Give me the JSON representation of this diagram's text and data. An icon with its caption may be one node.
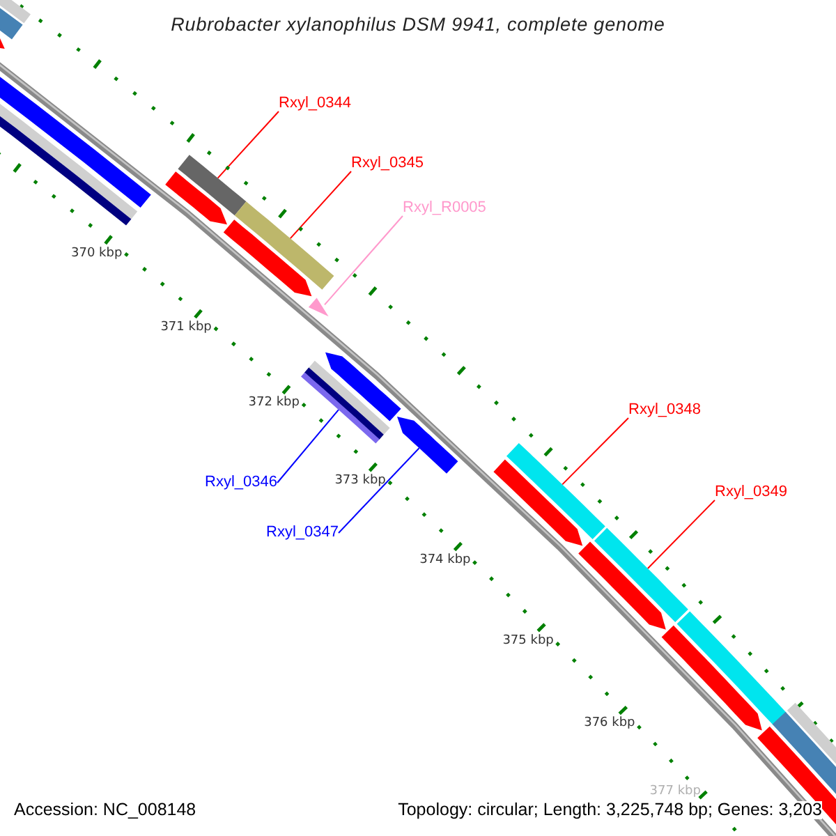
{
  "diagram": {
    "title": "Rubrobacter xylanophilus DSM 9941, complete genome",
    "nodes": [
      {
        "text": [
          "Rxyl_0344"
        ]
      },
      {
        "text": [],
        "shape": "bar"
      },
      {
        "text": [
          "Rxyl_0345"
        ]
      },
      {
        "text": [],
        "shape": "bar"
      },
      {
        "text": [
          "Rxyl_R0005"
        ]
      },
      {
        "text": [],
        "shape": "triangle"
      },
      {
        "text": [
          "Rxyl_0346"
        ]
      },
      {
        "text": [],
        "shape": "bar"
      },
      {
        "text": [
          "Rxyl_0347"
        ]
      },
      {
        "text": [],
        "shape": "arrow"
      },
      {
        "text": [
          "Rxyl_0348"
        ]
      },
      {
        "text": [],
        "shape": "bar"
      },
      {
        "text": [
          "Rxyl_0349"
        ]
      },
      {
        "text": [],
        "shape": "bar"
      },
      {
        "text": [],
        "shape": "bar"
      },
      {
        "text": [],
        "shape": "arrow"
      },
      {
        "text": [],
        "shape": "bar"
      },
      {
        "text": [],
        "shape": "arrow"
      },
      {
        "text": [],
        "shape": "arrow"
      },
      {
        "text": [],
        "shape": "arrow"
      },
      {
        "text": [],
        "shape": "bar"
      },
      {
        "text": [],
        "shape": "arrow"
      },
      {
        "text": [],
        "shape": "arrow"
      },
      {
        "text": [],
        "shape": "arrow"
      },
      {
        "text": [],
        "shape": "bar"
      }
    ],
    "edges": [
      {
        "from": 0,
        "to": 1,
        "arrow": "none"
      },
      {
        "from": 2,
        "to": 3,
        "arrow": "none"
      },
      {
        "from": 4,
        "to": 5,
        "arrow": "none",
        "color": "#ff99cc"
      },
      {
        "from": 6,
        "to": 7,
        "arrow": "none",
        "color": "#0000ff"
      },
      {
        "from": 8,
        "to": 9,
        "arrow": "none",
        "color": "#0000ff"
      },
      {
        "from": 10,
        "to": 11,
        "arrow": "none"
      },
      {
        "from": 12,
        "to": 13,
        "arrow": "none"
      }
    ],
    "labels": [
      "370 kbp",
      "371 kbp",
      "372 kbp",
      "373 kbp",
      "374 kbp",
      "375 kbp",
      "376 kbp",
      "377 kbp",
      "Accession: NC_008148",
      "Topology: circular; Length: 3,225,748 bp; Genes: 3,203"
    ]
  }
}
